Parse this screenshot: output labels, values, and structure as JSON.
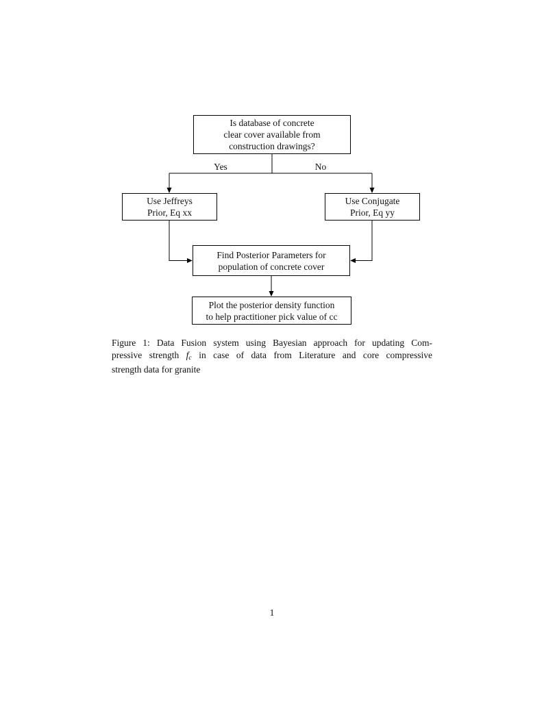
{
  "flowchart": {
    "decision": "Is database of concrete\nclear cover available from\nconstruction drawings?",
    "yes_label": "Yes",
    "no_label": "No",
    "jeffreys": "Use Jeffreys\nPrior, Eq xx",
    "conjugate": "Use Conjugate\nPrior, Eq yy",
    "posterior": "Find Posterior Parameters for\npopulation of concrete cover",
    "plot": "Plot the posterior density function\nto help practitioner pick value of cc"
  },
  "caption": {
    "line1": "Figure 1: Data Fusion system using Bayesian approach for updating Com-",
    "line2_pre": "pressive strength ",
    "math_var": "f",
    "math_sub": "c",
    "line2_post": " in case of data from Literature and core compressive",
    "line3": "strength data for granite"
  },
  "page": {
    "number": "1"
  },
  "colors": {
    "ink": "#111111",
    "box_border": "#000000",
    "background": "#ffffff"
  }
}
